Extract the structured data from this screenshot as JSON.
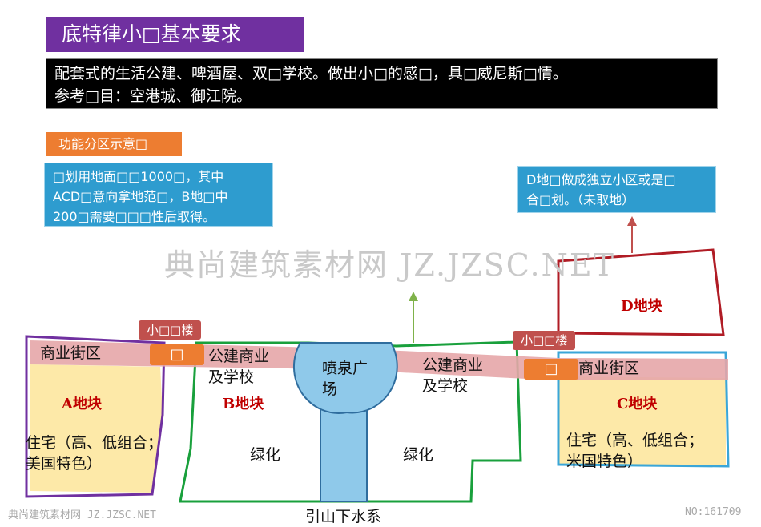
{
  "header": {
    "title": "底特律小□基本要求",
    "requirement_line1": "配套式的生活公建、啤酒屋、双□学校。做出小□的感□，具□威尼斯□情。",
    "requirement_line2": "参考□目：空港城、御江院。"
  },
  "section_label": "功能分区示意□",
  "notes": {
    "left": [
      "□划用地面□□1000□，其中",
      "ACD□意向拿地范□，B地□中",
      "200□需要□□□性后取得。"
    ],
    "right": [
      "D地□做成独立小区或是□",
      "合□划。（未取地）"
    ]
  },
  "watermark": "典尚建筑素材网 JZ.JZSC.NET",
  "map": {
    "commercial_left": "商业街区",
    "commercial_right": "商业街区",
    "public_left": [
      "公建商业",
      "及学校"
    ],
    "public_right": [
      "公建商业",
      "及学校"
    ],
    "fountain": [
      "喷泉广",
      "场"
    ],
    "green_left": "绿化",
    "green_right": "绿化",
    "water": "引山下水系",
    "block_a": "A地块",
    "block_b": "B地块",
    "block_c": "C地块",
    "block_d": "D地块",
    "residence_a": [
      "住宅（高、低组合；",
      "美国特色）"
    ],
    "residence_c": [
      "住宅（高、低组合；",
      "米国特色）"
    ],
    "landmark_left": "小□□楼",
    "landmark_right": "小□□楼",
    "gate_left": "□",
    "gate_right": "□"
  },
  "footer": {
    "left": "典尚建筑素材网 JZ.JZSC.NET",
    "right": "NO:161709"
  },
  "colors": {
    "title_bg": "#7030a0",
    "orange": "#ed7d31",
    "note_blue": "#2e9ccf",
    "street_pink": "#e6a6a8",
    "residence_yellow": "#fde9a8",
    "water_blue": "#8fc9ea",
    "block_a_border": "#7030a0",
    "block_b_border": "#19a03c",
    "block_c_border": "#3aa6d8",
    "block_d_border": "#b01c25",
    "landmark_red": "#c0504d"
  }
}
